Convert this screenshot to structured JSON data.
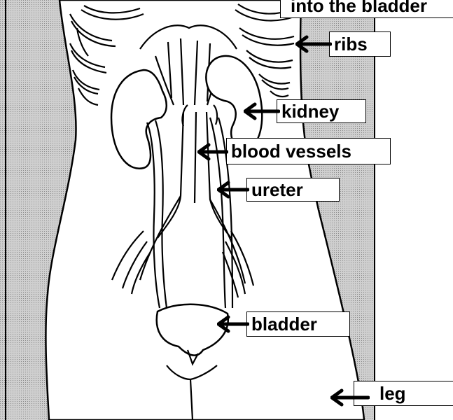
{
  "title": "into the bladder",
  "labels": {
    "ribs": "ribs",
    "kidney": "kidney",
    "blood_vessels": "blood vessels",
    "ureter": "ureter",
    "bladder": "bladder",
    "leg": "leg"
  },
  "colors": {
    "line": "#000000",
    "background_shading": "#c8c8c8",
    "body_fill": "#ffffff"
  }
}
